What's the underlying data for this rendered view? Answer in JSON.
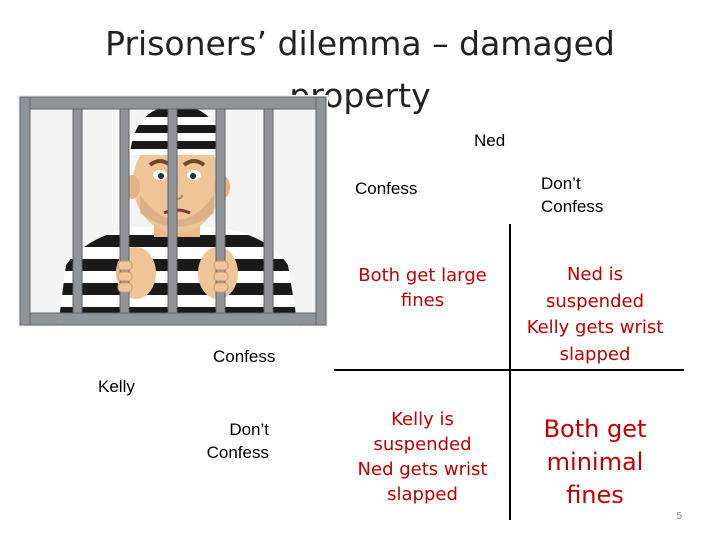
{
  "slide": {
    "title": "Prisoners’ dilemma – damaged property",
    "slide_number": "5"
  },
  "illustration": {
    "subject": "cartoon-prisoner-behind-bars"
  },
  "matrix": {
    "column_player": "Ned",
    "row_player": "Kelly",
    "col_headers": [
      "Confess",
      "Don’t\nConfess"
    ],
    "row_headers": [
      "Confess",
      "Don’t\nConfess"
    ],
    "cells": [
      [
        "Both get large\nfines",
        "Ned is\nsuspended\nKelly gets wrist\nslapped"
      ],
      [
        "Kelly is\nsuspended\nNed gets wrist\nslapped",
        "Both get\nminimal\nfines"
      ]
    ]
  },
  "colors": {
    "outcome_text": "#c00000",
    "bars": "#8f9499",
    "stripe": "#1a1a1a"
  }
}
